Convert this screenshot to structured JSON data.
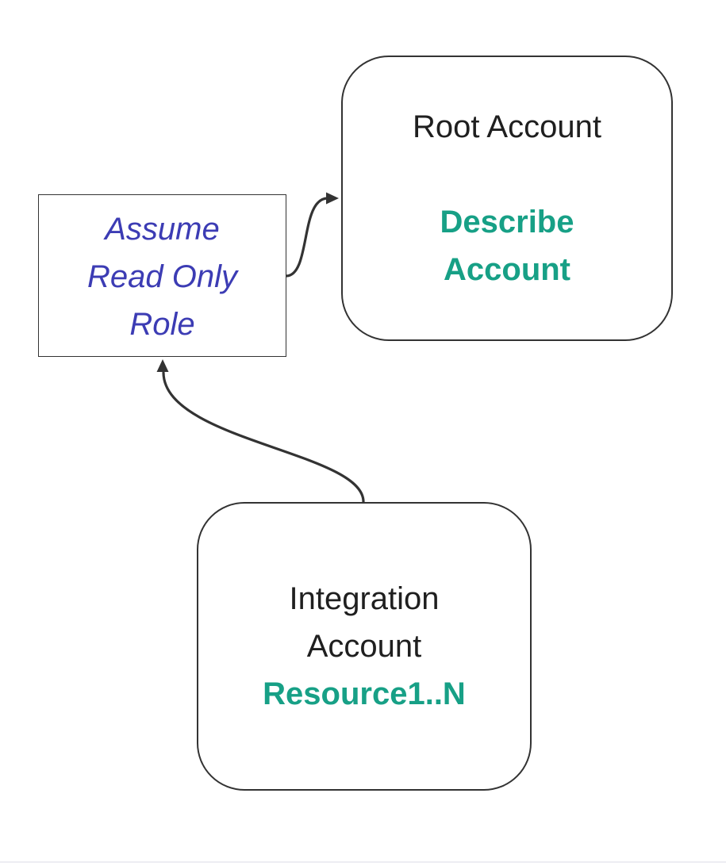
{
  "diagram": {
    "colors": {
      "background": "#ffffff",
      "node_border": "#333333",
      "arrow": "#333333",
      "teal_accent": "#17a086",
      "blue_accent": "#3c3cb4"
    },
    "nodes": {
      "root_account": {
        "shape": "rounded-rectangle",
        "title": "Root Account",
        "action_lines": [
          "Describe",
          "Account"
        ],
        "action_color": "#17a086"
      },
      "assume_role": {
        "shape": "rectangle",
        "lines": [
          "Assume",
          "Read Only",
          "Role"
        ],
        "text_color": "#3c3cb4"
      },
      "integration_account": {
        "shape": "rounded-rectangle",
        "title_lines": [
          "Integration",
          "Account"
        ],
        "resource_label": "Resource1..N",
        "resource_color": "#17a086"
      }
    },
    "edges": [
      {
        "from": "assume_role",
        "to": "root_account",
        "style": "curved-arrow"
      },
      {
        "from": "integration_account",
        "to": "assume_role",
        "style": "curved-arrow"
      }
    ]
  }
}
